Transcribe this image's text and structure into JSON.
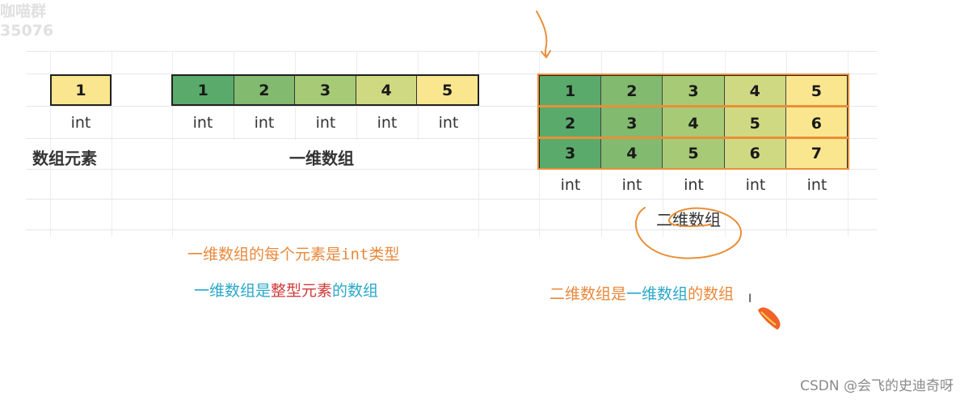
{
  "watermark": {
    "line1": "咖喵群",
    "line2": "35076"
  },
  "element": {
    "value": "1",
    "type": "int",
    "caption": "数组元素"
  },
  "one_d": {
    "values": [
      "1",
      "2",
      "3",
      "4",
      "5"
    ],
    "types": [
      "int",
      "int",
      "int",
      "int",
      "int"
    ],
    "caption": "一维数组",
    "colors": [
      "#5aaa6c",
      "#82ba6f",
      "#a7ca76",
      "#cfd982",
      "#fae68f"
    ]
  },
  "two_d": {
    "rows": [
      [
        "1",
        "2",
        "3",
        "4",
        "5"
      ],
      [
        "2",
        "3",
        "4",
        "5",
        "6"
      ],
      [
        "3",
        "4",
        "5",
        "6",
        "7"
      ]
    ],
    "types": [
      "int",
      "int",
      "int",
      "int",
      "int"
    ],
    "caption": "二维数组"
  },
  "notes": {
    "line1": {
      "a": "一维数组的每个元素是",
      "b": "int",
      "c": "类型"
    },
    "line2": {
      "a": "一维数组是",
      "b": "整型元素",
      "c": "的数组"
    },
    "line3": {
      "a": "二维数组是",
      "b": "一维数组",
      "c": "的数组"
    }
  },
  "colors": {
    "orange": "#e8893c",
    "blue": "#2aa7c9",
    "red": "#d23b3b",
    "yellow": "#fae68f",
    "outline_orange": "#e98f38"
  },
  "footer": "CSDN @会飞的史迪奇呀"
}
